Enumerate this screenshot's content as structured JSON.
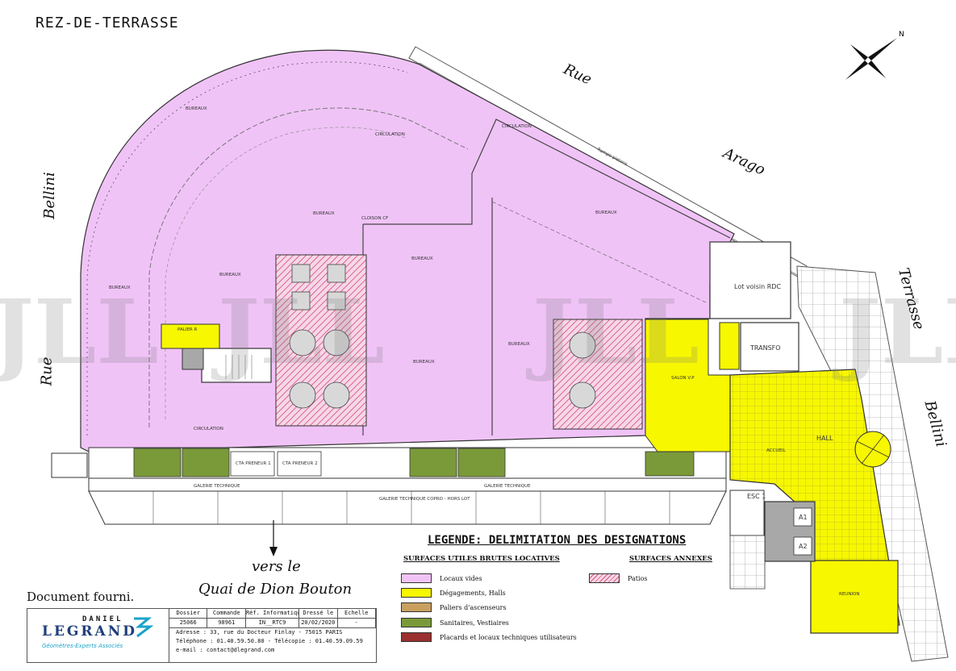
{
  "title": "REZ-DE-TERRASSE",
  "streets": {
    "rue_top": "Rue",
    "arago": "Arago",
    "bellini_left": "Bellini",
    "rue_left": "Rue",
    "terrasse": "Terrasse",
    "bellini_right": "Bellini",
    "vers_le": "vers le",
    "quai": "Quai de Dion Bouton"
  },
  "rooms": {
    "bureaux": "BUREAUX",
    "circulation": "CIRCULATION",
    "cloison": "CLOISON CF",
    "palier": "PALIER R",
    "cta1": "CTA PRENEUR 1",
    "cta2": "CTA PRENEUR 2",
    "galerie": "GALERIE TECHNIQUE",
    "galerie_copro": "GALERIE TECHNIQUE COPRO - HORS LOT",
    "lot_voisin": "Lot voisin RDC",
    "transfo": "TRANSFO",
    "salon": "SALON V.P",
    "hall": "HALL",
    "accueil": "ACCUEIL",
    "esc": "ESC 1",
    "a1": "A1",
    "a2": "A2",
    "reunion": "REUNION",
    "rampe": "Rampe pietons"
  },
  "legend": {
    "title": "LEGENDE: DELIMITATION DES DESIGNATIONS",
    "surfaces_utiles": "SURFACES UTILES BRUTES LOCATIVES",
    "surfaces_annexes": "SURFACES ANNEXES",
    "items": [
      {
        "label": "Locaux vides",
        "color": "#f0c3f7"
      },
      {
        "label": "Dégagements, Halls",
        "color": "#f7f700"
      },
      {
        "label": "Paliers d'ascenseurs",
        "color": "#c8a060"
      },
      {
        "label": "Sanitaires, Vestiaires",
        "color": "#7a9a3a"
      },
      {
        "label": "Placards et locaux techniques utilisateurs",
        "color": "#9a3030"
      }
    ],
    "patios": "Patios"
  },
  "doc_fourni": "Document fourni.",
  "title_block": {
    "logo_top": "DANIEL",
    "logo_main": "LEGRAND",
    "logo_sub": "Géomètres-Experts Associés",
    "headers": [
      "Dossier",
      "Commande",
      "Réf. Informatique",
      "Dressé le",
      "Echelle"
    ],
    "values": [
      "25066",
      "98961",
      "IN__RTC9",
      "20/02/2020",
      "-"
    ],
    "address": "Adresse : 33, rue du Docteur Finlay - 75015 PARIS",
    "phone": "Téléphone : 01.40.59.50.80  -  Télécopie : 01.40.59.09.59",
    "email": "e-mail : contact@dlegrand.com"
  },
  "watermark": "JLL",
  "colors": {
    "office": "#f0c3f7",
    "hall": "#f7f700",
    "sanitary": "#7a9a3a",
    "patio_hatch": "#d9566a",
    "core": "#a8a8a8"
  }
}
